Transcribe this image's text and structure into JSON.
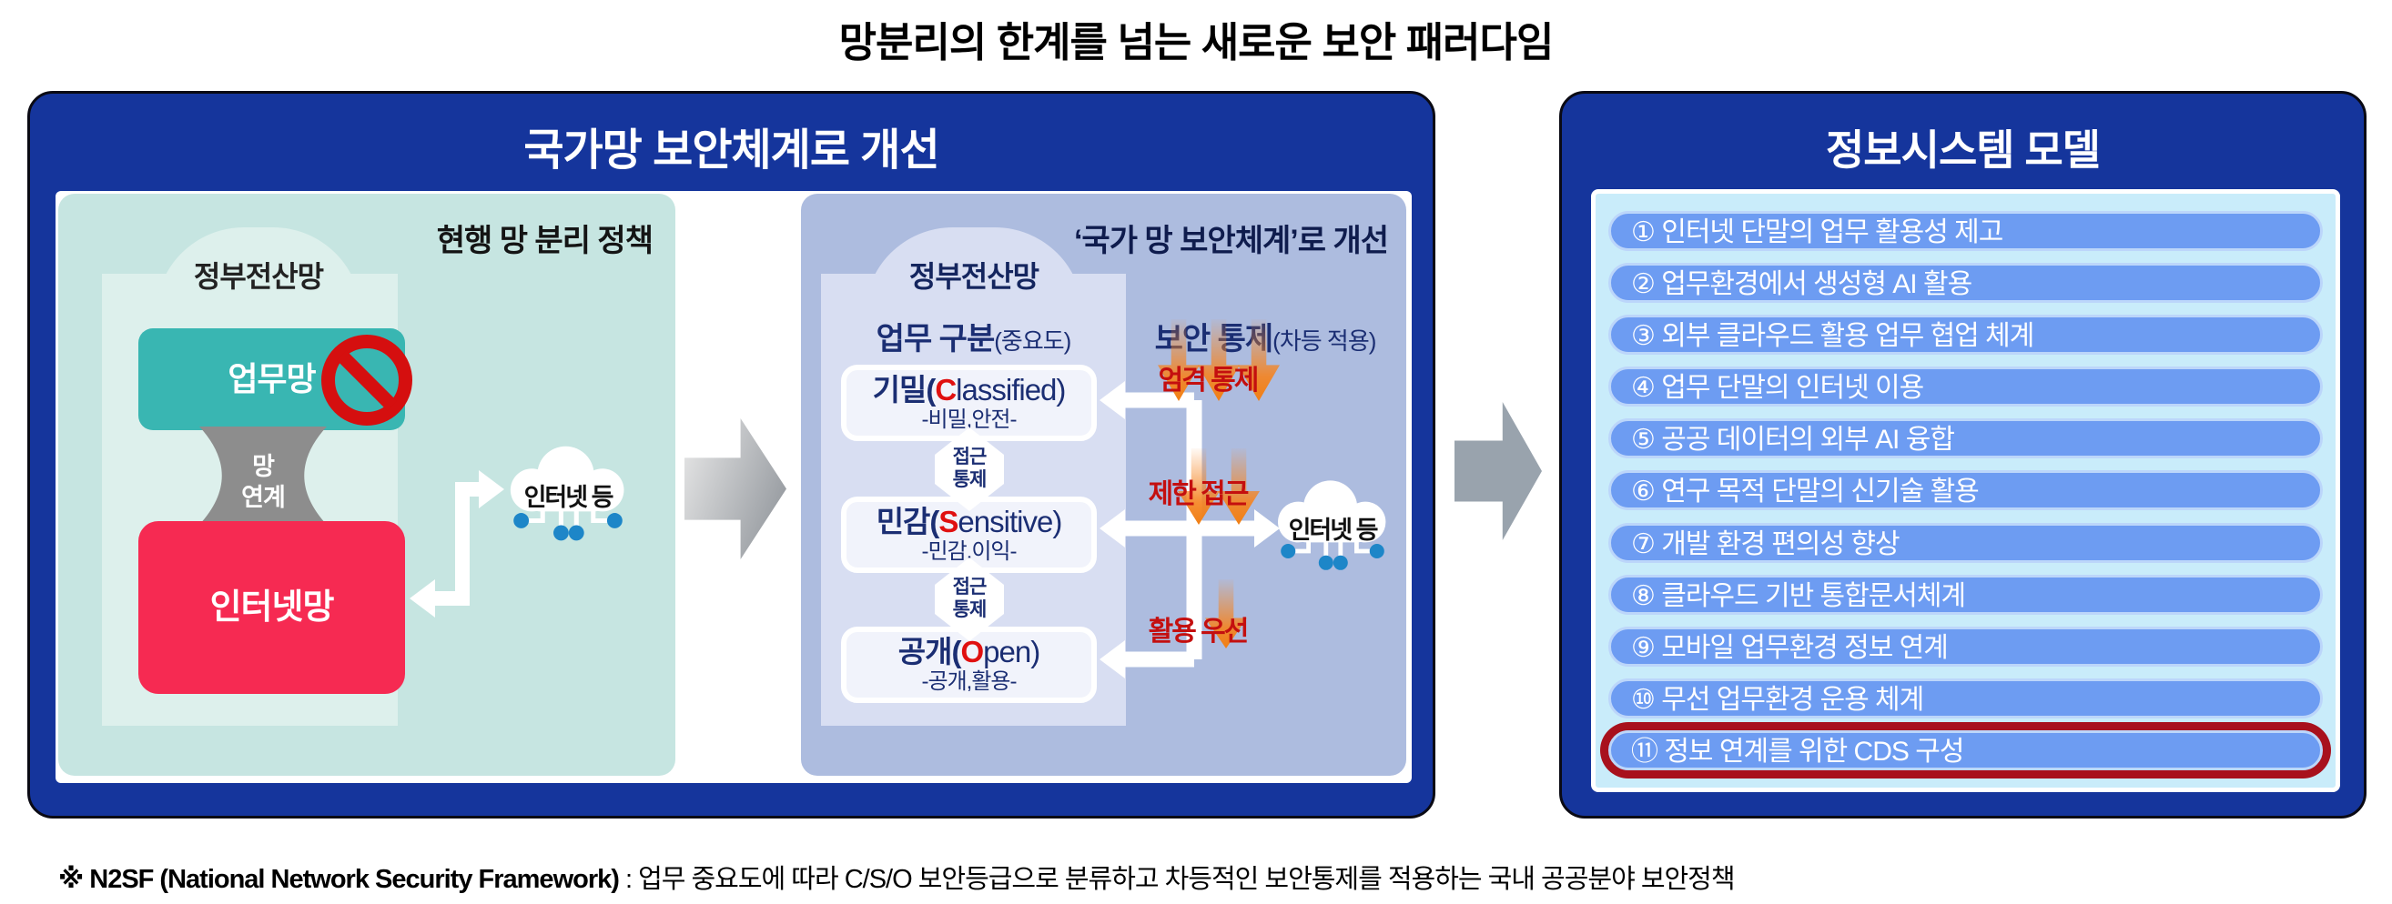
{
  "title": "망분리의 한계를 넘는 새로운 보안 패러다임",
  "left_box": {
    "header": "국가망 보안체계로 개선",
    "current_panel": {
      "heading": "현행 망 분리 정책",
      "building_label": "정부전산망",
      "work_net": "업무망",
      "link_line1": "망",
      "link_line2": "연계",
      "internet_net": "인터넷망",
      "cloud_label": "인터넷 등"
    },
    "improved_panel": {
      "heading": "‘국가 망 보안체계’로 개선",
      "building_label": "정부전산망",
      "col_work": "업무 구분",
      "col_work_sub": "(중요도)",
      "col_security": "보안 통제",
      "col_security_sub": "(차등 적용)",
      "tiers": [
        {
          "prefix": "기밀(",
          "letter": "C",
          "suffix": "lassified)",
          "subtitle": "-비밀,안전-",
          "control": "엄격 통제"
        },
        {
          "prefix": "민감(",
          "letter": "S",
          "suffix": "ensitive)",
          "subtitle": "-민감,이익-",
          "control": "제한 접근"
        },
        {
          "prefix": "공개(",
          "letter": "O",
          "suffix": "pen)",
          "subtitle": "-공개,활용-",
          "control": "활용 우선"
        }
      ],
      "access_line1": "접근",
      "access_line2": "통제",
      "cloud_label": "인터넷 등"
    }
  },
  "right_box": {
    "title": "정보시스템 모델",
    "items": [
      "① 인터넷 단말의 업무 활용성 제고",
      "② 업무환경에서 생성형 AI 활용",
      "③ 외부 클라우드 활용 업무 협업 체계",
      "④ 업무 단말의 인터넷 이용",
      "⑤ 공공 데이터의 외부 AI 융합",
      "⑥ 연구 목적 단말의 신기술 활용",
      "⑦ 개발 환경 편의성 향상",
      "⑧ 클라우드 기반 통합문서체계",
      "⑨ 모바일 업무환경 정보 연계",
      "⑩ 무선 업무환경 운용 체계",
      "⑪ 정보 연계를 위한 CDS 구성"
    ],
    "highlighted_item": "⑪ 정보 연계를 위한 CDS 구성"
  },
  "footnote": {
    "bold": "※ N2SF (National Network Security Framework)",
    "rest": " : 업무 중요도에 따라 C/S/O 보안등급으로 분류하고 차등적인 보안통제를 적용하는 국내 공공분야 보안정책"
  },
  "icons": {
    "prohibition-icon": "red no-entry circle with slash",
    "cloud-icon": "white cloud with blue network dots",
    "right-arrow-icon": "gray transition arrow"
  },
  "colors": {
    "box_blue": "#15359c",
    "mint_panel": "#c6e5e1",
    "teal_worknet": "#39b6b2",
    "red_internet": "#f62a52",
    "periwinkle_panel": "#adbcdf",
    "orange_control": "#f07f14",
    "control_label_red": "#c40f0f",
    "pill_blue": "#6d9cf2",
    "cyan_panel": "#c9ecfa",
    "highlight_ring": "#a8111d",
    "dot_blue": "#1d86c8"
  }
}
